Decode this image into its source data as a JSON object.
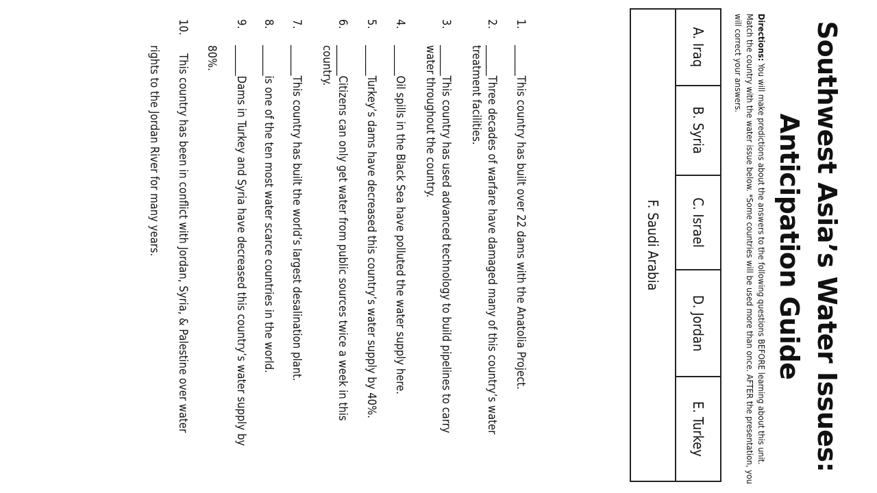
{
  "title_line1": "Southwest Asia’s Water Issues:",
  "title_line2": "Anticipation Guide",
  "directions_label": "Directions:",
  "directions_text": "You will make predictions about the answers to the following questions BEFORE learning about this unit. Match the country with the water issue below. *Some countries will be used more than once. AFTER the presentation, you will correct your answers.",
  "countries": [
    "A. Iraq",
    "B. Syria",
    "C. Israel",
    "D. Jordan",
    "E. Turkey",
    "F. Saudi Arabia"
  ],
  "questions": [
    {
      "num": "1.",
      "blank": "______",
      "text": "This country has built over 22 dams with the Anatolia Project."
    },
    {
      "num": "2.",
      "blank": "______",
      "text": "Three decades of warfare have damaged many of this country’s water"
    },
    {
      "num": "",
      "blank": "",
      "text": "treatment facilities."
    },
    {
      "num": "3.",
      "blank": "______",
      "text": "This country has used advanced technology to build pipelines to carry"
    },
    {
      "num": "",
      "blank": "",
      "text": "water throughout the country."
    },
    {
      "num": "4.",
      "blank": "______",
      "text": "Oil spills in the Black Sea have polluted the water supply here."
    },
    {
      "num": "5.",
      "blank": "______",
      "text": "Turkey’s dams have decreased this country’s water supply by 40%."
    },
    {
      "num": "6.",
      "blank": "______",
      "text": "Citizens can only get water from public sources twice a week in this"
    },
    {
      "num": "",
      "blank": "",
      "text": "country."
    },
    {
      "num": "7.",
      "blank": "______",
      "text": "This country has built the world’s largest desalination plant."
    },
    {
      "num": "8.",
      "blank": "______",
      "text": "is one of the ten most water scarce countries in the world."
    },
    {
      "num": "9.",
      "blank": "______",
      "text": "Dams in Turkey and Syria have decreased this country’s water supply by"
    },
    {
      "num": "",
      "blank": "",
      "text": "80%."
    },
    {
      "num": "10.",
      "blank": "",
      "text": "This country has been in conflict with Jordan, Syria, & Palestine over water"
    },
    {
      "num": "",
      "blank": "",
      "text": "rights to the Jordan River for many years."
    }
  ]
}
